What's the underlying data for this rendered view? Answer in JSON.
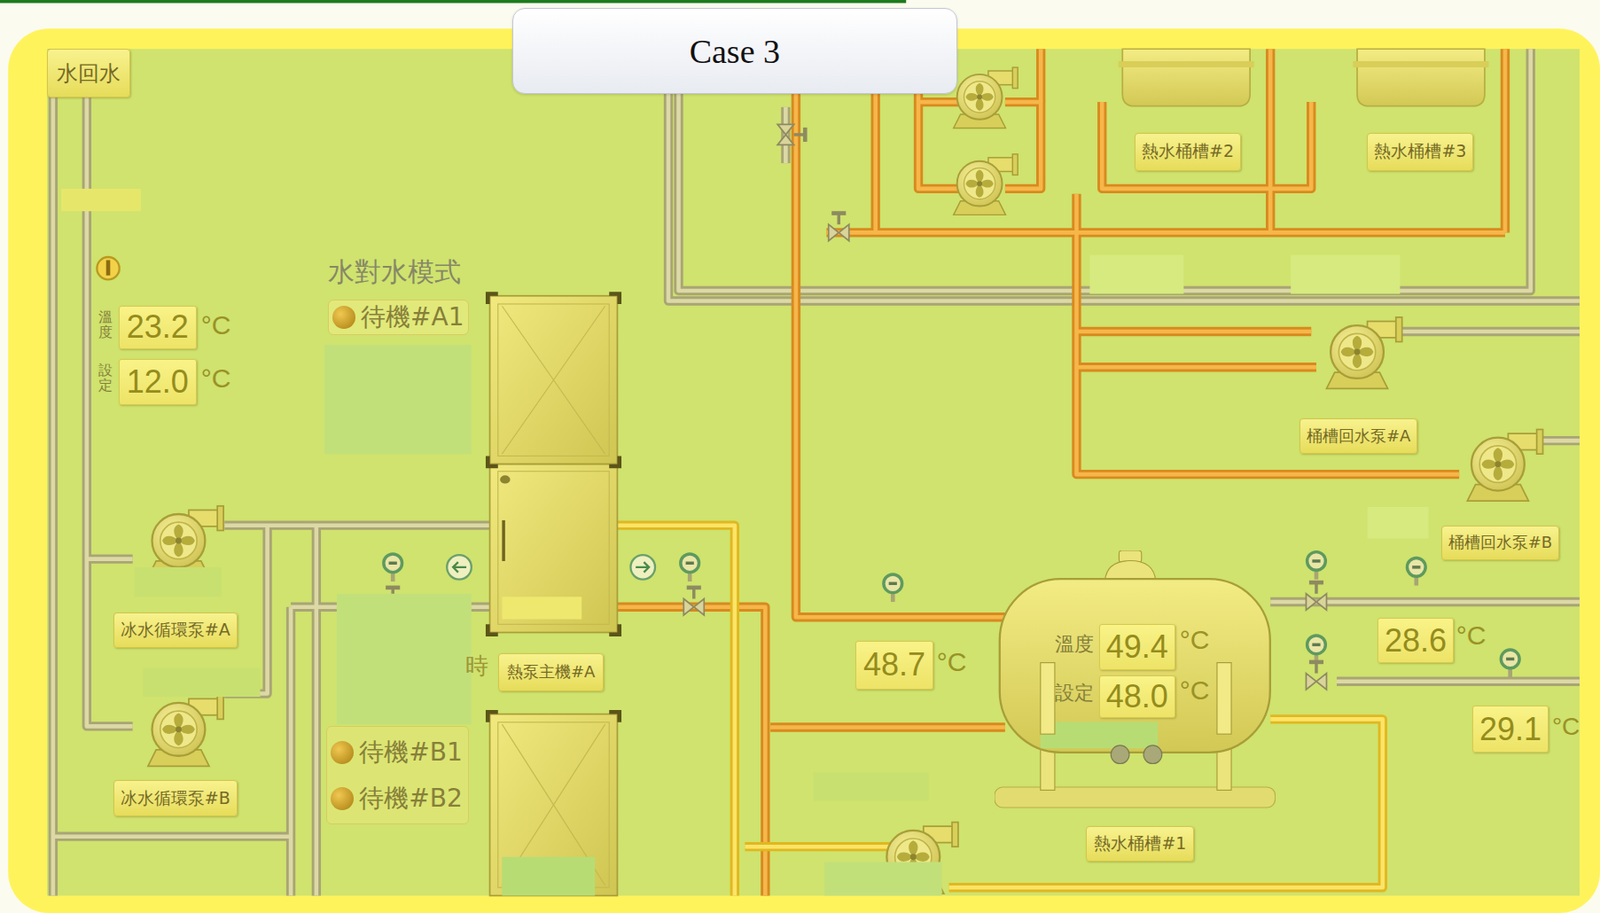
{
  "diagram": {
    "title": "Case 3",
    "nodes": [
      {
        "text": [
          "水回水"
        ]
      },
      {
        "text": [
          "23.2"
        ]
      },
      {
        "text": [
          "12.0"
        ]
      },
      {
        "text": [
          "水對水模式",
          "待機#A1"
        ]
      },
      {
        "text": [
          "冰水循環泵#A"
        ]
      },
      {
        "text": [
          "冰水循環泵#B"
        ]
      },
      {
        "text": [
          "待機#B1",
          "待機#B2"
        ]
      },
      {
        "text": [
          "熱泵主機#A"
        ]
      },
      {
        "text": [
          "熱水桶槽#2"
        ]
      },
      {
        "text": [
          "熱水桶槽#3"
        ]
      },
      {
        "text": [
          "桶槽回水泵#A"
        ]
      },
      {
        "text": [
          "桶槽回水泵#B"
        ]
      },
      {
        "text": [
          "48.7"
        ]
      },
      {
        "text": [
          "熱水桶槽#1"
        ]
      },
      {
        "text": [
          "49.4"
        ],
        "in": 13
      },
      {
        "text": [
          "48.0"
        ],
        "in": 13
      },
      {
        "text": [
          "28.6"
        ]
      },
      {
        "text": [
          "29.1"
        ]
      }
    ],
    "labels": [
      "溫度",
      "設定",
      "°C",
      "°C",
      "時",
      "°C",
      "溫度",
      "°C",
      "設定",
      "°C",
      "°C",
      "°C"
    ]
  }
}
